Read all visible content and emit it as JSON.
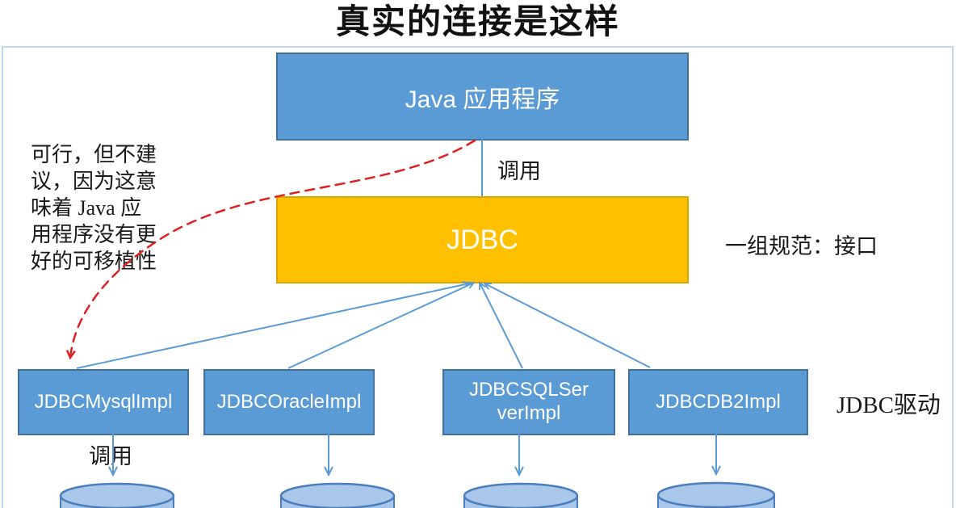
{
  "title": "真实的连接是这样",
  "nodes": {
    "app": {
      "label": "Java 应用程序"
    },
    "jdbc": {
      "label": "JDBC"
    },
    "drivers": [
      {
        "label": "JDBCMysqlImpl",
        "display": "JDBCMysqlImpl"
      },
      {
        "label": "JDBCOracleImpl",
        "display": "JDBCOracleImpl"
      },
      {
        "label": "JDBCSQLServerImpl",
        "display": "JDBCSQLSer\nverImpl"
      },
      {
        "label": "JDBCDB2Impl",
        "display": "JDBCDB2Impl"
      }
    ],
    "databases_count": 4
  },
  "labels": {
    "call_top": "调用",
    "call_bottom": "调用",
    "spec_note": "一组规范：接口",
    "driver_note": "JDBC驱动",
    "warning_lines": [
      "可行，但不建",
      "议，因为这意",
      "味着 Java 应",
      "用程序没有更",
      "好的可移植性"
    ]
  },
  "colors": {
    "node_blue": "#5b9bd5",
    "node_blue_border": "#41719c",
    "jdbc_gold": "#ffc000",
    "jdbc_gold_border": "#d9a300",
    "connector_blue": "#5b9bd5",
    "arrow_red": "#e02020",
    "cylinder_fill": "#a9c7e9",
    "cylinder_stroke": "#4a7ebe",
    "frame_blue": "#bdd7ee",
    "text_dark": "#1a1a1a",
    "node_text": "#ffffff"
  }
}
